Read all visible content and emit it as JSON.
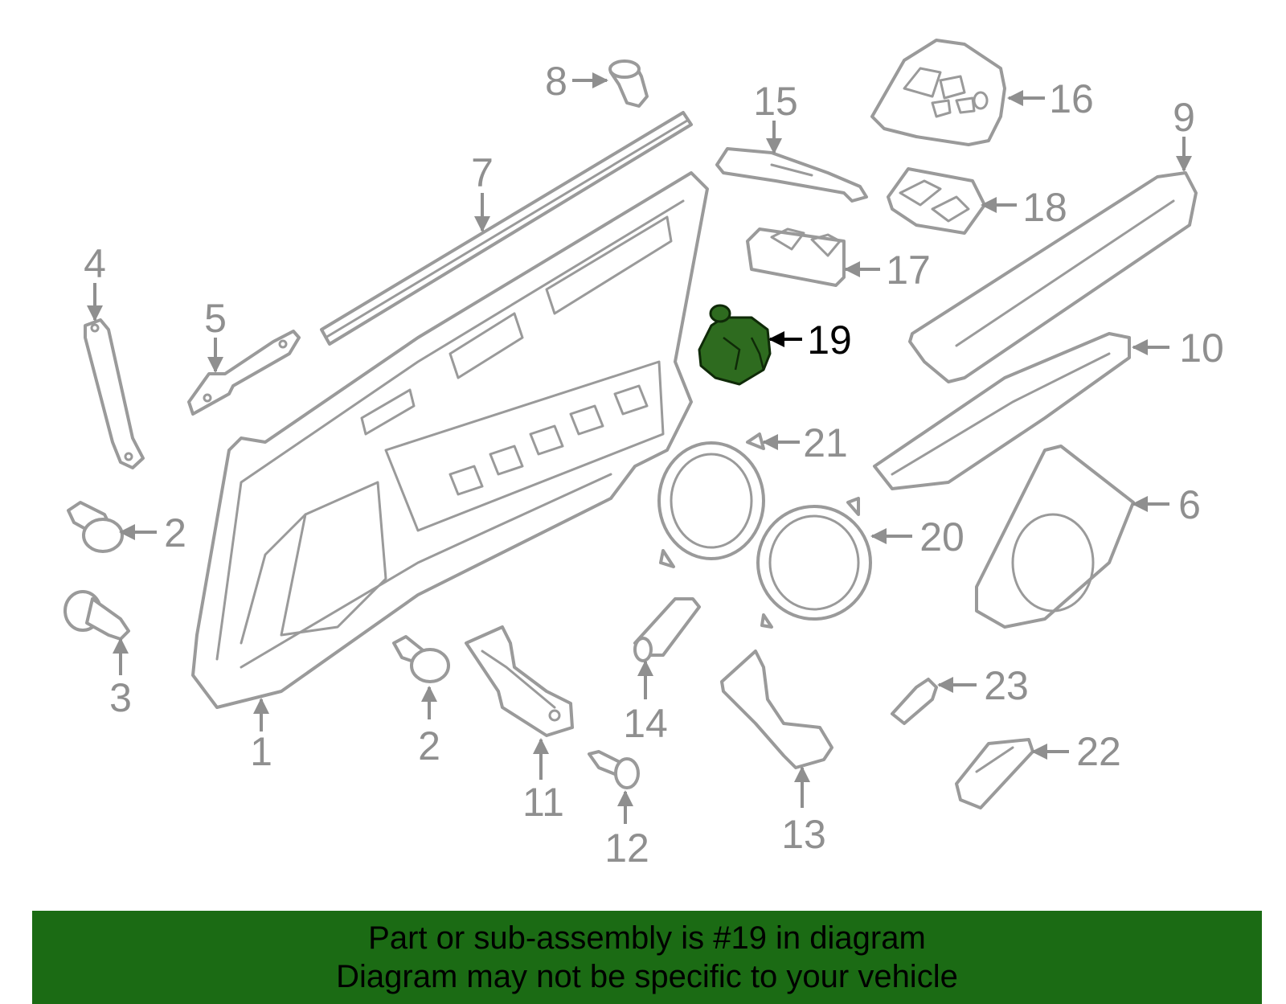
{
  "diagram": {
    "highlighted_part": "19",
    "highlight_color": "#2e6b1f",
    "line_color": "#9a9a9a",
    "callouts": {
      "c1": "1",
      "c2a": "2",
      "c2b": "2",
      "c3": "3",
      "c4": "4",
      "c5": "5",
      "c6": "6",
      "c7": "7",
      "c8": "8",
      "c9": "9",
      "c10": "10",
      "c11": "11",
      "c12": "12",
      "c13": "13",
      "c14": "14",
      "c15": "15",
      "c16": "16",
      "c17": "17",
      "c18": "18",
      "c19": "19",
      "c20": "20",
      "c21": "21",
      "c22": "22",
      "c23": "23"
    }
  },
  "banner": {
    "color": "#1b6b14",
    "line1": "Part or sub-assembly is #19 in diagram",
    "line2": "Diagram may not be specific to your vehicle"
  }
}
